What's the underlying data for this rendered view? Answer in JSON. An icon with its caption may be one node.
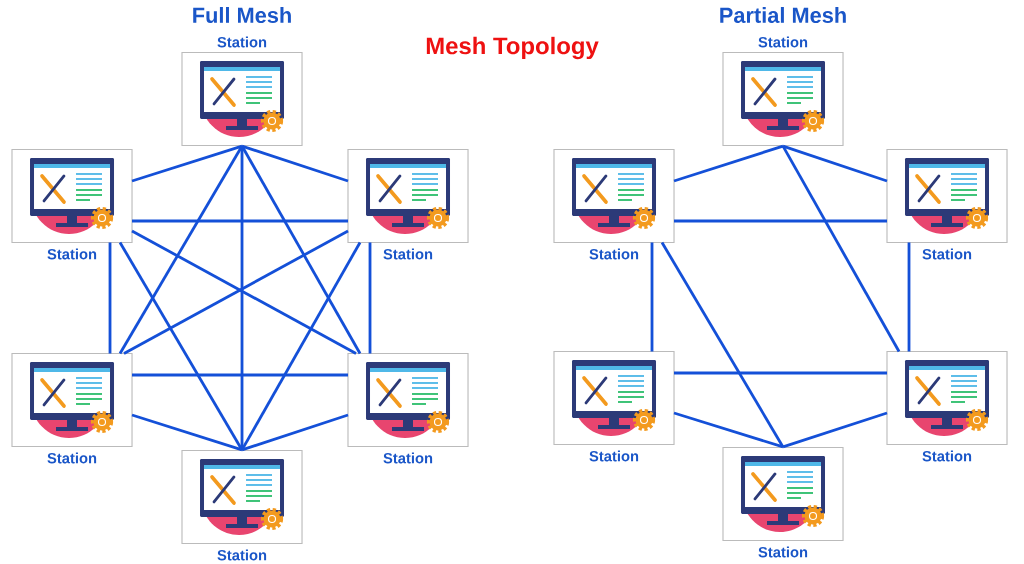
{
  "diagram": {
    "title": "Mesh Topology",
    "nodes": [
      {
        "text": [
          "Station"
        ]
      },
      {
        "text": [
          "Station"
        ]
      },
      {
        "text": [
          "Station"
        ]
      },
      {
        "text": [
          "Station"
        ]
      },
      {
        "text": [
          "Station"
        ]
      },
      {
        "text": [
          "Station"
        ]
      },
      {
        "text": [
          "Station"
        ]
      },
      {
        "text": [
          "Station"
        ]
      },
      {
        "text": [
          "Station"
        ]
      },
      {
        "text": [
          "Station"
        ]
      },
      {
        "text": [
          "Station"
        ]
      },
      {
        "text": [
          "Station"
        ]
      }
    ],
    "edges": [
      {
        "from": 0,
        "to": 1,
        "arrow": "none"
      },
      {
        "from": 0,
        "to": 2,
        "arrow": "none"
      },
      {
        "from": 0,
        "to": 3,
        "arrow": "none"
      },
      {
        "from": 0,
        "to": 4,
        "arrow": "none"
      },
      {
        "from": 0,
        "to": 5,
        "arrow": "none"
      },
      {
        "from": 1,
        "to": 2,
        "arrow": "none"
      },
      {
        "from": 1,
        "to": 3,
        "arrow": "none"
      },
      {
        "from": 1,
        "to": 4,
        "arrow": "none"
      },
      {
        "from": 1,
        "to": 5,
        "arrow": "none"
      },
      {
        "from": 2,
        "to": 3,
        "arrow": "none"
      },
      {
        "from": 2,
        "to": 4,
        "arrow": "none"
      },
      {
        "from": 2,
        "to": 5,
        "arrow": "none"
      },
      {
        "from": 3,
        "to": 4,
        "arrow": "none"
      },
      {
        "from": 3,
        "to": 5,
        "arrow": "none"
      },
      {
        "from": 4,
        "to": 5,
        "arrow": "none"
      },
      {
        "from": 6,
        "to": 7,
        "arrow": "none"
      },
      {
        "from": 6,
        "to": 8,
        "arrow": "none"
      },
      {
        "from": 6,
        "to": 10,
        "arrow": "none"
      },
      {
        "from": 7,
        "to": 8,
        "arrow": "none"
      },
      {
        "from": 7,
        "to": 9,
        "arrow": "none"
      },
      {
        "from": 7,
        "to": 11,
        "arrow": "none"
      },
      {
        "from": 8,
        "to": 10,
        "arrow": "none"
      },
      {
        "from": 9,
        "to": 10,
        "arrow": "none"
      },
      {
        "from": 9,
        "to": 11,
        "arrow": "none"
      },
      {
        "from": 10,
        "to": 11,
        "arrow": "none"
      }
    ],
    "labels": [
      "Full Mesh",
      "Partial Mesh"
    ]
  }
}
